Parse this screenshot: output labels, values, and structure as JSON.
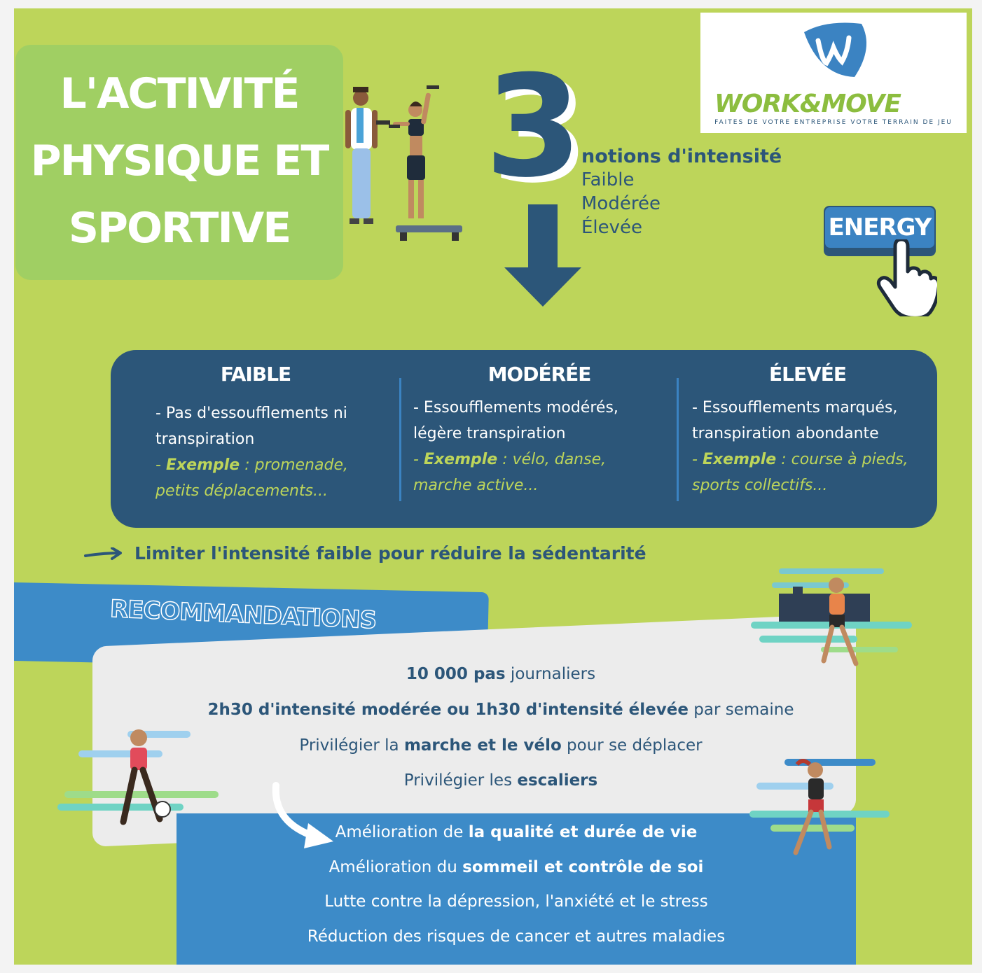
{
  "header": {
    "title_lines": [
      "L'ACTIVITÉ",
      "PHYSIQUE ET",
      "SPORTIVE"
    ]
  },
  "notions": {
    "number": "3",
    "title": "notions d'intensité",
    "levels": [
      "Faible",
      "Modérée",
      "Élevée"
    ]
  },
  "logo": {
    "brand": "WORK&MOVE",
    "tagline": "FAITES DE VOTRE ENTREPRISE VOTRE TERRAIN DE JEU"
  },
  "energy_button": {
    "label": "ENERGY"
  },
  "intensity_levels": [
    {
      "title": "FAIBLE",
      "desc": "- Pas d'essoufflements ni transpiration",
      "example_label": "Exemple",
      "example_text": " : promenade, petits déplacements..."
    },
    {
      "title": "MODÉRÉE",
      "desc": "- Essoufflements modérés, légère transpiration",
      "example_label": "Exemple",
      "example_text": " : vélo, danse, marche active..."
    },
    {
      "title": "ÉLEVÉE",
      "desc": "- Essoufflements marqués, transpiration abondante",
      "example_label": "Exemple",
      "example_text": " : course à pieds, sports collectifs..."
    }
  ],
  "limit_note": "Limiter l'intensité faible pour réduire la sédentarité",
  "recommendations": {
    "title": "RECOMMANDATIONS",
    "items": [
      {
        "bold": "10 000 pas",
        "rest": " journaliers"
      },
      {
        "bold": "2h30 d'intensité modérée ou 1h30 d'intensité élevée",
        "rest": " par semaine"
      },
      {
        "pre": "Privilégier la ",
        "bold": "marche et le vélo",
        "rest": " pour se déplacer"
      },
      {
        "pre": "Privilégier les ",
        "bold": "escaliers"
      }
    ]
  },
  "benefits": [
    {
      "pre": "Amélioration de ",
      "bold": "la qualité et durée de vie"
    },
    {
      "pre": "Amélioration du ",
      "bold": "sommeil et contrôle de soi"
    },
    {
      "pre": "Lutte contre la dépression, l'anxiété et le stress"
    },
    {
      "pre": "Réduction des risques de cancer et autres maladies"
    }
  ],
  "colors": {
    "background_green": "#bdd55a",
    "title_box_green": "#a0cf63",
    "navy": "#2c5679",
    "blue": "#3d8bc8",
    "panel_grey": "#ececec"
  }
}
